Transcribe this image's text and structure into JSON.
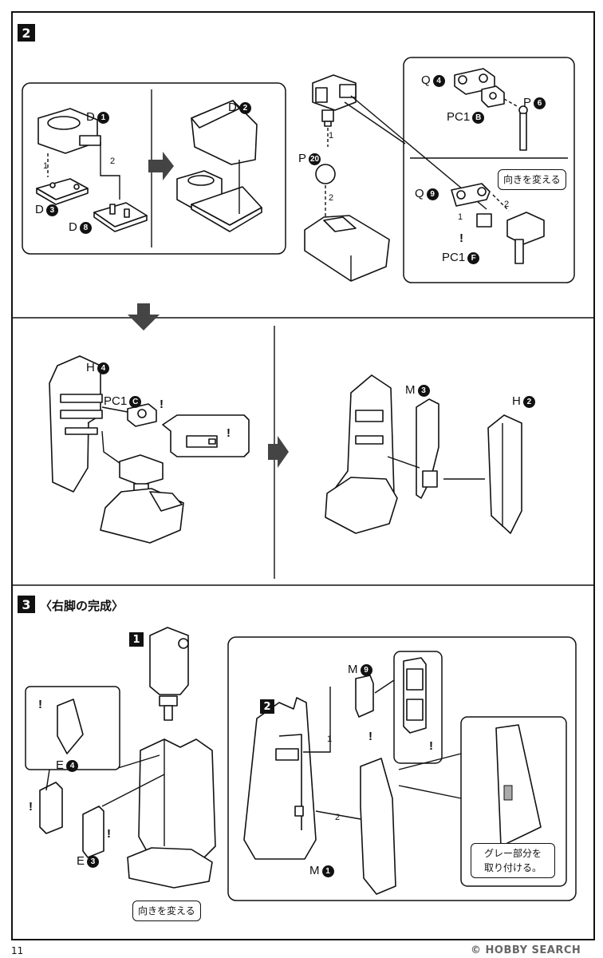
{
  "page_number": "11",
  "watermark": "HOBBY SEARCH",
  "copyright_mark": "©",
  "step2": {
    "number": "2",
    "parts": {
      "d1": {
        "letter": "D",
        "num": "1"
      },
      "d2": {
        "letter": "D",
        "num": "2"
      },
      "d3": {
        "letter": "D",
        "num": "3"
      },
      "d8": {
        "letter": "D",
        "num": "8"
      },
      "p20": {
        "letter": "P",
        "num": "20"
      },
      "q4": {
        "letter": "Q",
        "num": "4"
      },
      "p6": {
        "letter": "P",
        "num": "6"
      },
      "pc1b": {
        "letter": "PC1",
        "num": "B"
      },
      "q9": {
        "letter": "Q",
        "num": "9"
      },
      "pc1f": {
        "letter": "PC1",
        "num": "F"
      },
      "h4": {
        "letter": "H",
        "num": "4"
      },
      "pc1c": {
        "letter": "PC1",
        "num": "C"
      },
      "m3": {
        "letter": "M",
        "num": "3"
      },
      "h2": {
        "letter": "H",
        "num": "2"
      }
    },
    "note_change_direction": "向きを変える",
    "order_1": "1",
    "order_2": "2",
    "caution": "!"
  },
  "step3": {
    "number": "3",
    "title": "〈右脚の完成〉",
    "sub1": "1",
    "sub2": "2",
    "parts": {
      "m9": {
        "letter": "M",
        "num": "9"
      },
      "e4": {
        "letter": "E",
        "num": "4"
      },
      "e3": {
        "letter": "E",
        "num": "3"
      },
      "m1": {
        "letter": "M",
        "num": "1"
      }
    },
    "note_change_direction": "向きを変える",
    "note_gray_line1": "グレー部分を",
    "note_gray_line2": "取り付ける。"
  }
}
